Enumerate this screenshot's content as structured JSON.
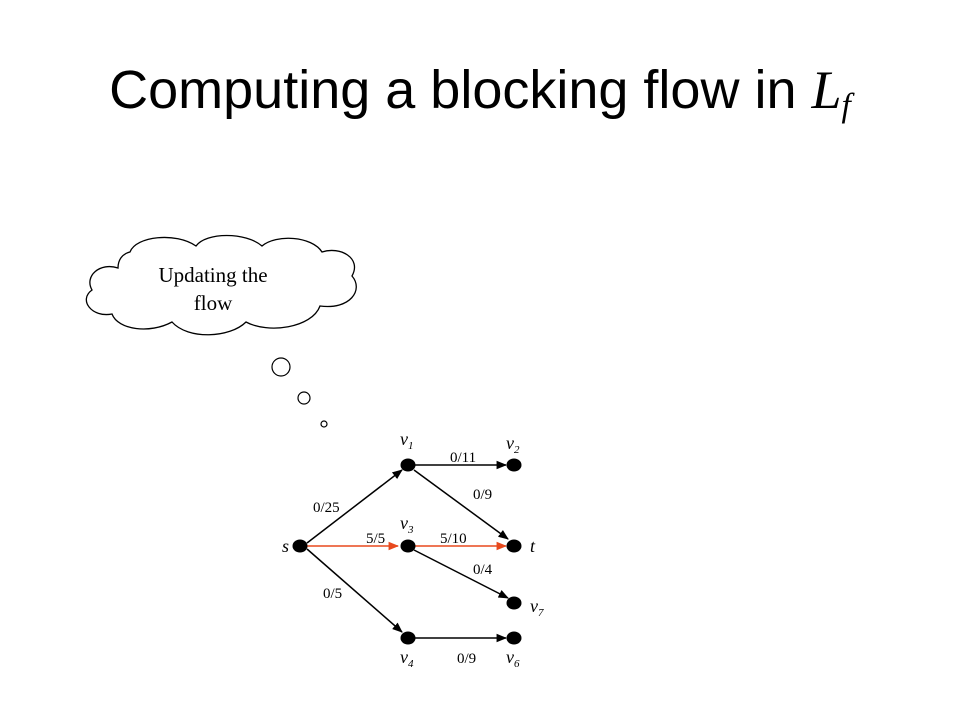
{
  "slide": {
    "title_prefix": "Computing a blocking flow in ",
    "title_var": "L",
    "title_sub": "f"
  },
  "thought_bubble": {
    "line1": "Updating the",
    "line2": "flow"
  },
  "graph": {
    "nodes": {
      "s": {
        "name": "s",
        "sub": ""
      },
      "v1": {
        "name": "v",
        "sub": "1"
      },
      "v2": {
        "name": "v",
        "sub": "2"
      },
      "v3": {
        "name": "v",
        "sub": "3"
      },
      "v4": {
        "name": "v",
        "sub": "4"
      },
      "v6": {
        "name": "v",
        "sub": "6"
      },
      "v7": {
        "name": "v",
        "sub": "7"
      },
      "t": {
        "name": "t",
        "sub": ""
      }
    },
    "edges": {
      "s_v1": {
        "label": "0/25",
        "highlighted": false
      },
      "s_v3": {
        "label": "5/5",
        "highlighted": true
      },
      "s_v4": {
        "label": "0/5",
        "highlighted": false
      },
      "v1_v2": {
        "label": "0/11",
        "highlighted": false
      },
      "v1_t": {
        "label": "0/9",
        "highlighted": false
      },
      "v3_t": {
        "label": "5/10",
        "highlighted": true
      },
      "v3_v7": {
        "label": "0/4",
        "highlighted": false
      },
      "v4_v6": {
        "label": "0/9",
        "highlighted": false
      }
    },
    "colors": {
      "default_edge": "#000000",
      "highlight_edge": "#e8491d",
      "node": "#000000"
    }
  }
}
